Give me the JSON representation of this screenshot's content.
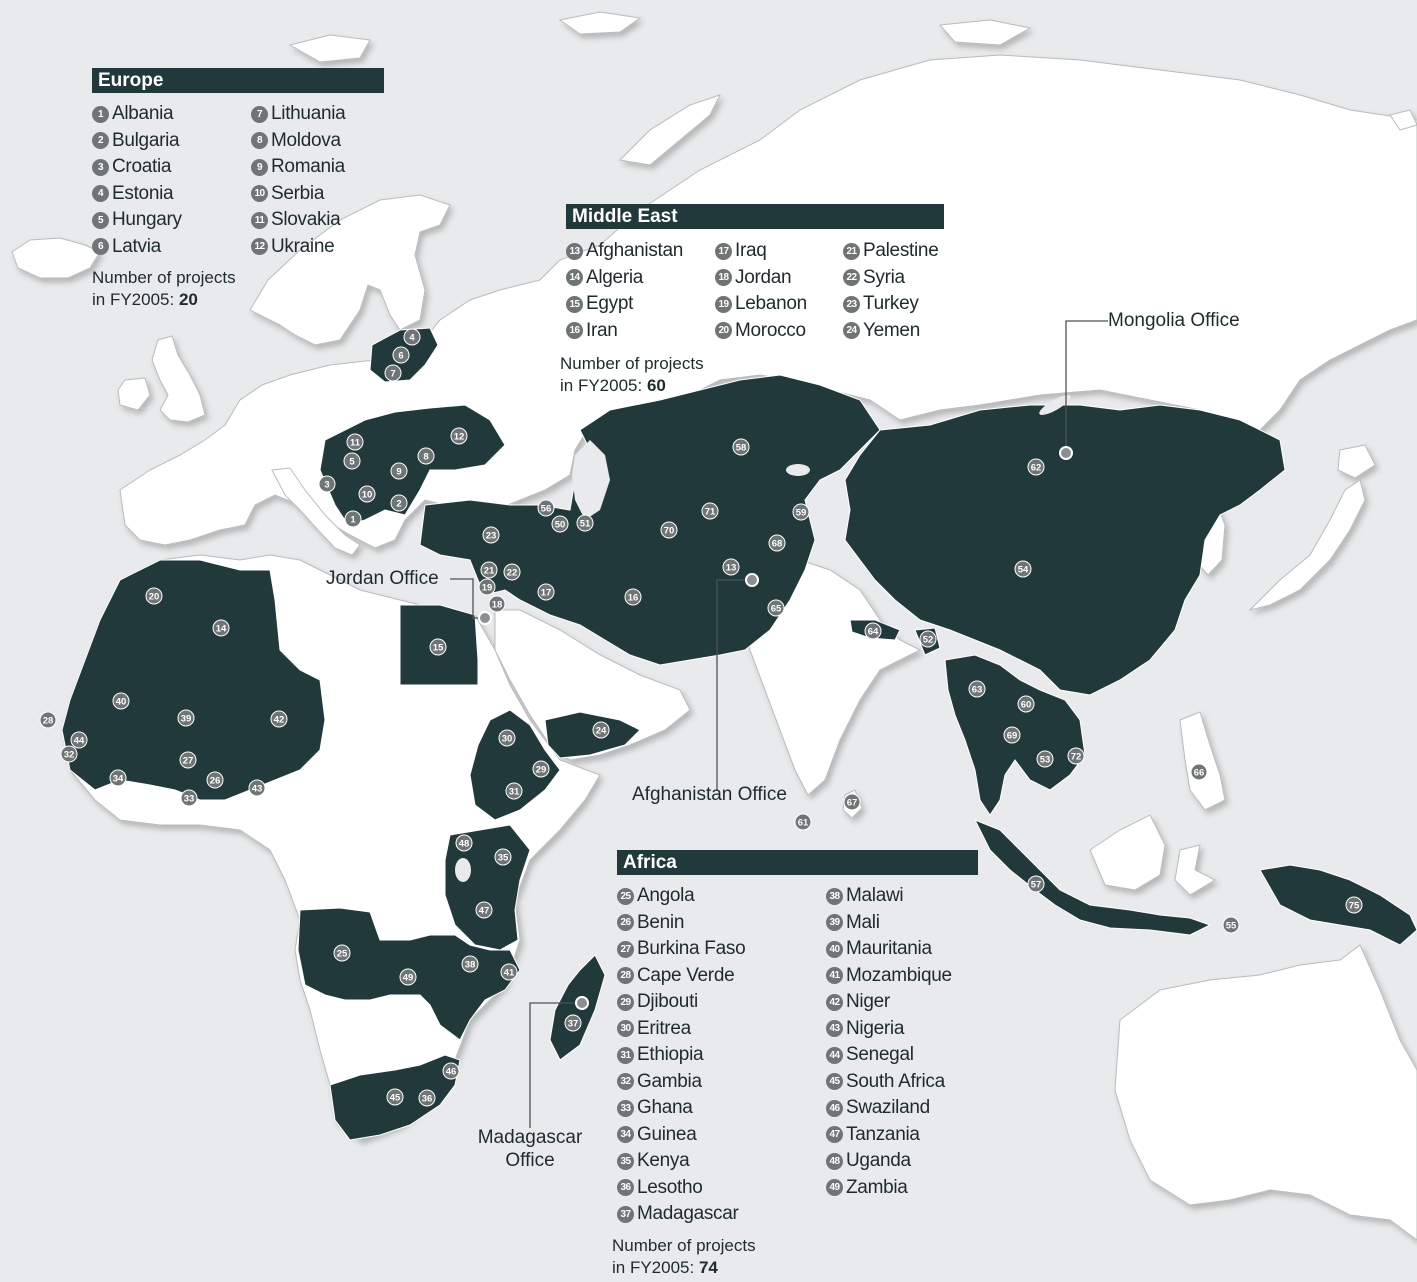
{
  "colors": {
    "sea": "#e9eaeb",
    "land": "#ffffff",
    "project_country": "#22393b",
    "marker": "#6f7475"
  },
  "regions": [
    {
      "key": "europe",
      "title": "Europe",
      "count_label": "Number of projects",
      "count_prefix": "in FY2005: ",
      "count_value": "20",
      "columns": [
        [
          {
            "n": "1",
            "name": "Albania"
          },
          {
            "n": "2",
            "name": "Bulgaria"
          },
          {
            "n": "3",
            "name": "Croatia"
          },
          {
            "n": "4",
            "name": "Estonia"
          },
          {
            "n": "5",
            "name": "Hungary"
          },
          {
            "n": "6",
            "name": "Latvia"
          }
        ],
        [
          {
            "n": "7",
            "name": "Lithuania"
          },
          {
            "n": "8",
            "name": "Moldova"
          },
          {
            "n": "9",
            "name": "Romania"
          },
          {
            "n": "10",
            "name": "Serbia"
          },
          {
            "n": "11",
            "name": "Slovakia"
          },
          {
            "n": "12",
            "name": "Ukraine"
          }
        ]
      ]
    },
    {
      "key": "middle-east",
      "title": "Middle East",
      "count_label": "Number of projects",
      "count_prefix": "in FY2005: ",
      "count_value": "60",
      "columns": [
        [
          {
            "n": "13",
            "name": "Afghanistan"
          },
          {
            "n": "14",
            "name": "Algeria"
          },
          {
            "n": "15",
            "name": "Egypt"
          },
          {
            "n": "16",
            "name": "Iran"
          }
        ],
        [
          {
            "n": "17",
            "name": "Iraq"
          },
          {
            "n": "18",
            "name": "Jordan"
          },
          {
            "n": "19",
            "name": "Lebanon"
          },
          {
            "n": "20",
            "name": "Morocco"
          }
        ],
        [
          {
            "n": "21",
            "name": "Palestine"
          },
          {
            "n": "22",
            "name": "Syria"
          },
          {
            "n": "23",
            "name": "Turkey"
          },
          {
            "n": "24",
            "name": "Yemen"
          }
        ]
      ]
    },
    {
      "key": "africa",
      "title": "Africa",
      "count_label": "Number of projects",
      "count_prefix": "in FY2005: ",
      "count_value": "74",
      "columns": [
        [
          {
            "n": "25",
            "name": "Angola"
          },
          {
            "n": "26",
            "name": "Benin"
          },
          {
            "n": "27",
            "name": "Burkina Faso"
          },
          {
            "n": "28",
            "name": "Cape Verde"
          },
          {
            "n": "29",
            "name": "Djibouti"
          },
          {
            "n": "30",
            "name": "Eritrea"
          },
          {
            "n": "31",
            "name": "Ethiopia"
          },
          {
            "n": "32",
            "name": "Gambia"
          },
          {
            "n": "33",
            "name": "Ghana"
          },
          {
            "n": "34",
            "name": "Guinea"
          },
          {
            "n": "35",
            "name": "Kenya"
          },
          {
            "n": "36",
            "name": "Lesotho"
          },
          {
            "n": "37",
            "name": "Madagascar"
          }
        ],
        [
          {
            "n": "38",
            "name": "Malawi"
          },
          {
            "n": "39",
            "name": "Mali"
          },
          {
            "n": "40",
            "name": "Mauritania"
          },
          {
            "n": "41",
            "name": "Mozambique"
          },
          {
            "n": "42",
            "name": "Niger"
          },
          {
            "n": "43",
            "name": "Nigeria"
          },
          {
            "n": "44",
            "name": "Senegal"
          },
          {
            "n": "45",
            "name": "South Africa"
          },
          {
            "n": "46",
            "name": "Swaziland"
          },
          {
            "n": "47",
            "name": "Tanzania"
          },
          {
            "n": "48",
            "name": "Uganda"
          },
          {
            "n": "49",
            "name": "Zambia"
          }
        ]
      ]
    }
  ],
  "offices": [
    {
      "key": "mongolia",
      "label": "Mongolia Office"
    },
    {
      "key": "jordan",
      "label": "Jordan Office"
    },
    {
      "key": "afghanistan",
      "label": "Afghanistan Office"
    },
    {
      "key": "madagascar",
      "label_line1": "Madagascar",
      "label_line2": "Office"
    }
  ],
  "map_markers": [
    "1",
    "2",
    "3",
    "4",
    "5",
    "6",
    "7",
    "8",
    "9",
    "10",
    "11",
    "12",
    "13",
    "14",
    "15",
    "16",
    "17",
    "18",
    "19",
    "20",
    "21",
    "22",
    "23",
    "24",
    "25",
    "26",
    "27",
    "28",
    "29",
    "30",
    "31",
    "32",
    "33",
    "34",
    "35",
    "36",
    "37",
    "38",
    "39",
    "40",
    "41",
    "42",
    "43",
    "44",
    "45",
    "46",
    "47",
    "48",
    "49",
    "50",
    "51",
    "52",
    "53",
    "54",
    "55",
    "56",
    "57",
    "58",
    "59",
    "60",
    "61",
    "62",
    "63",
    "64",
    "65",
    "66",
    "67",
    "68",
    "69",
    "70",
    "71",
    "72",
    "75"
  ]
}
